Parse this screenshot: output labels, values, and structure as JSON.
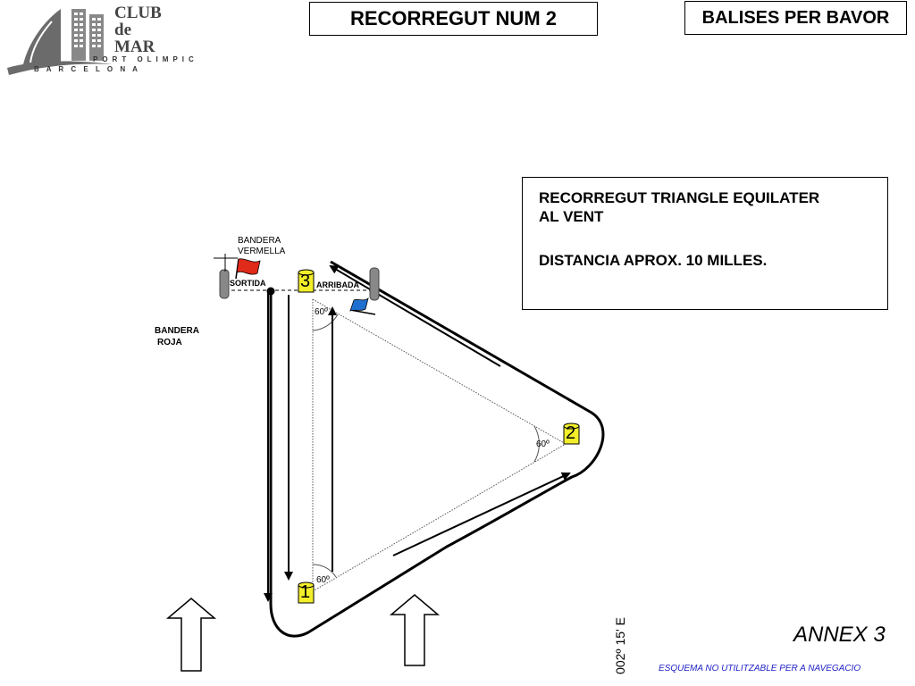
{
  "header": {
    "title": "RECORREGUT NUM 2",
    "balises": "BALISES PER BAVOR"
  },
  "logo": {
    "line1": "CLUB",
    "line2": "de",
    "line3": "MAR",
    "sub1": "PORT OLIMPIC",
    "sub2": "B A R C E L O N A"
  },
  "info": {
    "line1": "RECORREGUT TRIANGLE EQUILATER",
    "line2": "AL VENT",
    "line3": "DISTANCIA APROX. 10 MILLES."
  },
  "labels": {
    "bandera_vermella_1": "BANDERA",
    "bandera_vermella_2": "VERMELLA",
    "sortida": "SORTIDA",
    "arribada": "ARRIBADA",
    "bandera_roja_1": "BANDERA",
    "bandera_roja_2": "ROJA",
    "angle_top": "60º",
    "angle_right": "60º",
    "angle_bottom": "60º"
  },
  "buoys": {
    "b1": "1",
    "b2": "2",
    "b3": "3"
  },
  "coordinate": "002º 15' E",
  "annex": "ANNEX 3",
  "footnote": "ESQUEMA NO UTILITZABLE PER A  NAVEGACIO",
  "colors": {
    "buoy": "#f2ef2a",
    "red_flag": "#e02a1a",
    "blue_flag": "#1f6fd0",
    "footnote": "#1f1fc8"
  }
}
